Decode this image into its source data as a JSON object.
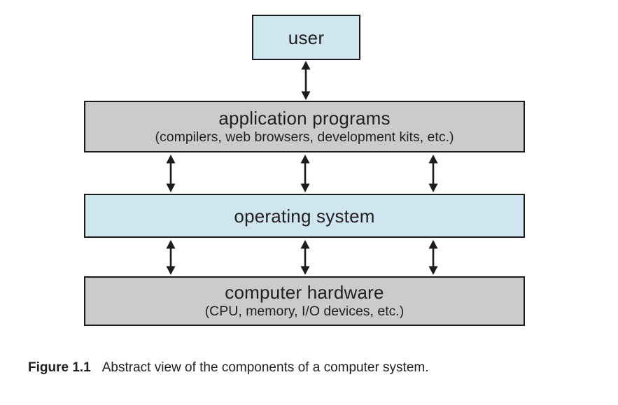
{
  "figure": {
    "caption_label": "Figure 1.1",
    "caption_text": "Abstract view of the components of a computer system."
  },
  "diagram": {
    "boxes": [
      {
        "id": "user",
        "title": "user",
        "subtitle": "",
        "fill": "blue"
      },
      {
        "id": "application-programs",
        "title": "application programs",
        "subtitle": "(compilers, web browsers, development kits, etc.)",
        "fill": "gray"
      },
      {
        "id": "operating-system",
        "title": "operating system",
        "subtitle": "",
        "fill": "blue"
      },
      {
        "id": "computer-hardware",
        "title": "computer hardware",
        "subtitle": "(CPU, memory, I/O devices, etc.)",
        "fill": "gray"
      }
    ],
    "connections": [
      {
        "from": "user",
        "to": "application-programs",
        "type": "double-arrow",
        "count": 1
      },
      {
        "from": "application-programs",
        "to": "operating-system",
        "type": "double-arrow",
        "count": 3
      },
      {
        "from": "operating-system",
        "to": "computer-hardware",
        "type": "double-arrow",
        "count": 3
      }
    ]
  },
  "colors": {
    "box_blue": "#cfe6f1",
    "box_gray": "#cbcbcb",
    "box_border": "#1c1c1c",
    "arrow": "#1c1c1c",
    "text": "#231f20",
    "background": "#ffffff"
  }
}
